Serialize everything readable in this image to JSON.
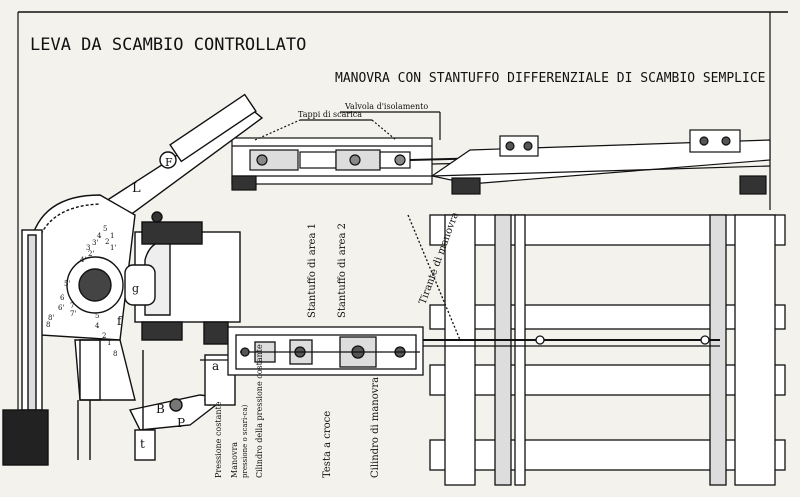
{
  "titles": {
    "main": "LEVA DA SCAMBIO CONTROLLATO",
    "sub": "MANOVRA CON STANTUFFO DIFFERENZIALE DI SCAMBIO SEMPLICE"
  },
  "top_labels": {
    "valvola": "Valvola d'isolamento",
    "tappi": "Tappi di scarica"
  },
  "lever_letters": {
    "L": "L",
    "F": "F",
    "B": "B",
    "P": "P",
    "t": "t",
    "a": "a",
    "f": "f",
    "g": "g"
  },
  "dial_numbers": [
    "5",
    "4",
    "3'",
    "2",
    "1",
    "6",
    "6'",
    "7",
    "7'",
    "8",
    "8'",
    "5'",
    "2'",
    "4'",
    "3",
    "1'"
  ],
  "dial_lower": [
    "5",
    "4",
    "2",
    "1",
    "8"
  ],
  "vertical_labels": {
    "stantuffo_area1": "Stantuffo di area 1",
    "stantuffo_area2": "Stantuffo di area 2",
    "tirante": "Tirante di manovra",
    "testa_croce": "Testa a croce",
    "cilindro_manovra": "Cilindro di manovra",
    "pressione_costante": "Pressione costante",
    "manovra": "Manovra",
    "pressione_scarica": "pressione o scari-ca)",
    "cilindro_pressione": "Cilindro della pressione costante"
  }
}
